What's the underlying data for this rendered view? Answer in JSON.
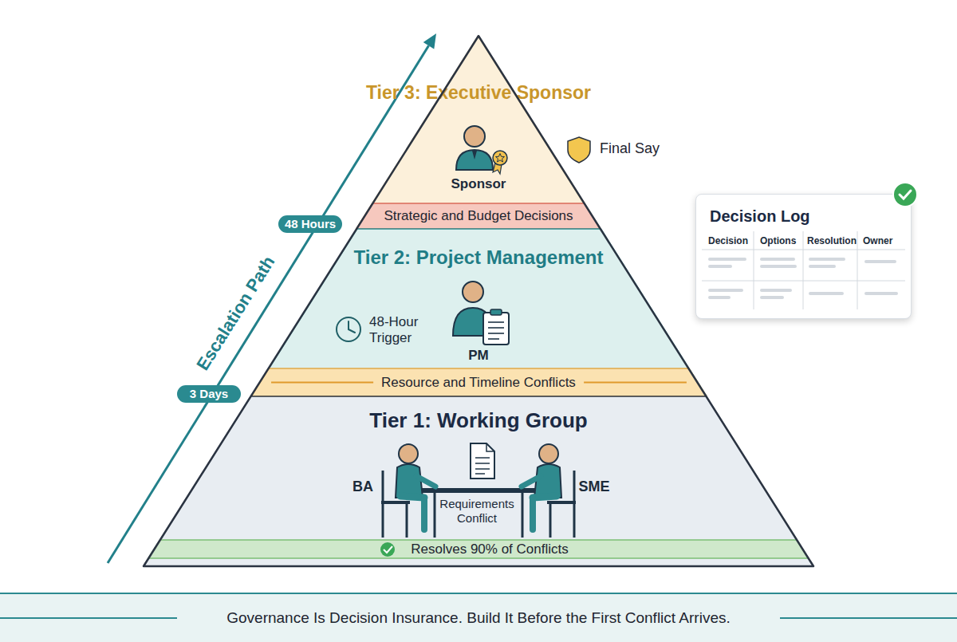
{
  "diagram": {
    "caption": "Governance Is Decision Insurance. Build It Before the First Conflict Arrives.",
    "nodes": [
      {
        "text": [
          "Tier 3: Executive Sponsor"
        ]
      },
      {
        "text": [
          "Strategic and Budget Decisions"
        ],
        "in": 0
      },
      {
        "text": [
          "48 Hours"
        ]
      },
      {
        "text": [
          "Tier 2: Project Management"
        ]
      },
      {
        "text": [
          "Resource and Timeline Conflicts"
        ],
        "in": 3
      },
      {
        "text": [
          "3 Days"
        ]
      },
      {
        "text": [
          "Tier 1: Working Group"
        ]
      },
      {
        "text": [
          "Resolves 90% of Conflicts"
        ],
        "in": 6
      },
      {
        "text": [
          "Decision Log"
        ]
      }
    ],
    "labels": [
      "Final Say",
      "Sponsor",
      "Escalation Path",
      "48-Hour Trigger",
      "PM",
      "BA",
      "SME",
      "Requirements Conflict",
      "Decision",
      "Options",
      "Resolution",
      "Owner"
    ]
  }
}
